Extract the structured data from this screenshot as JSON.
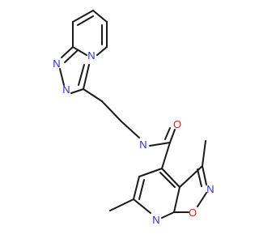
{
  "molecule": {
    "atom_labels": {
      "a1": "N",
      "a2": "N",
      "a3": "N",
      "a4": "N",
      "a5": "O",
      "a6": "N",
      "a7": "O",
      "a8": "N"
    },
    "atom_colors": {
      "nitrogen": "#2a2ad6",
      "oxygen": "#e0221a",
      "bond": "#1a1a1a"
    }
  }
}
